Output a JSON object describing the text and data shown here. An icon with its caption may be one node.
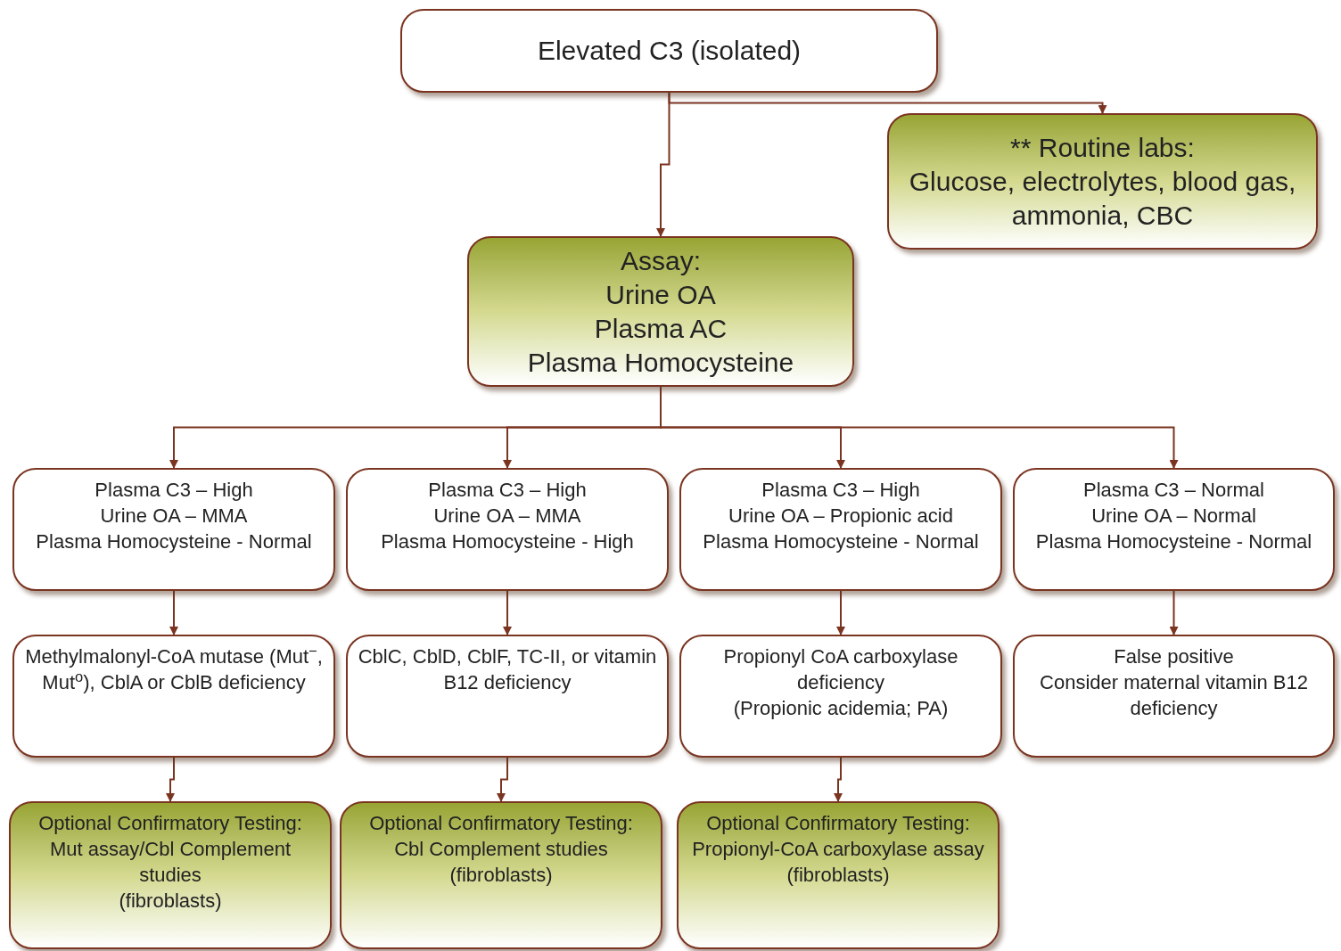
{
  "diagram": {
    "nodes": [
      {
        "text": [
          "Elevated C3 (isolated)"
        ]
      },
      {
        "text": [
          "** Routine labs:",
          "Glucose, electrolytes, blood gas, ammonia, CBC"
        ]
      },
      {
        "text": [
          "Assay:",
          "Urine OA",
          "Plasma AC",
          "Plasma Homocysteine"
        ]
      },
      {
        "text": [
          "Plasma C3 – High",
          "Urine OA – MMA",
          "Plasma Homocysteine - Normal"
        ]
      },
      {
        "text": [
          "Plasma C3 – High",
          "Urine OA – MMA",
          "Plasma Homocysteine - High"
        ]
      },
      {
        "text": [
          "Plasma C3 – High",
          "Urine OA – Propionic acid",
          "Plasma Homocysteine - Normal"
        ]
      },
      {
        "text": [
          "Plasma C3 – Normal",
          "Urine OA – Normal",
          "Plasma Homocysteine - Normal"
        ]
      },
      {
        "text": [
          "Methylmalonyl-CoA mutase (Mut$^{−}$, Mut$^{o}$), CblA or CblB deficiency"
        ]
      },
      {
        "text": [
          "CblC, CblD, CblF, TC-II, or vitamin B12 deficiency"
        ]
      },
      {
        "text": [
          "Propionyl CoA carboxylase deficiency",
          "(Propionic acidemia; PA)"
        ]
      },
      {
        "text": [
          "False positive",
          "Consider maternal vitamin B12",
          "deficiency"
        ]
      },
      {
        "text": [
          "Optional Confirmatory Testing:",
          "Mut assay/Cbl Complement studies",
          "(fibroblasts)"
        ]
      },
      {
        "text": [
          "Optional Confirmatory Testing:",
          "Cbl Complement studies",
          "(fibroblasts)"
        ]
      },
      {
        "text": [
          "Optional Confirmatory Testing:",
          "Propionyl-CoA carboxylase assay",
          "(fibroblasts)"
        ]
      }
    ],
    "edges": [
      {
        "from": 0,
        "to": 2,
        "arrow": "to"
      },
      {
        "from": 0,
        "to": 1,
        "arrow": "to"
      },
      {
        "from": 2,
        "to": 3,
        "arrow": "to"
      },
      {
        "from": 2,
        "to": 4,
        "arrow": "to"
      },
      {
        "from": 2,
        "to": 5,
        "arrow": "to"
      },
      {
        "from": 2,
        "to": 6,
        "arrow": "to"
      },
      {
        "from": 3,
        "to": 7,
        "arrow": "to"
      },
      {
        "from": 4,
        "to": 8,
        "arrow": "to"
      },
      {
        "from": 5,
        "to": 9,
        "arrow": "to"
      },
      {
        "from": 6,
        "to": 10,
        "arrow": "to"
      },
      {
        "from": 7,
        "to": 11,
        "arrow": "to"
      },
      {
        "from": 8,
        "to": 12,
        "arrow": "to"
      },
      {
        "from": 9,
        "to": 13,
        "arrow": "to"
      }
    ]
  }
}
